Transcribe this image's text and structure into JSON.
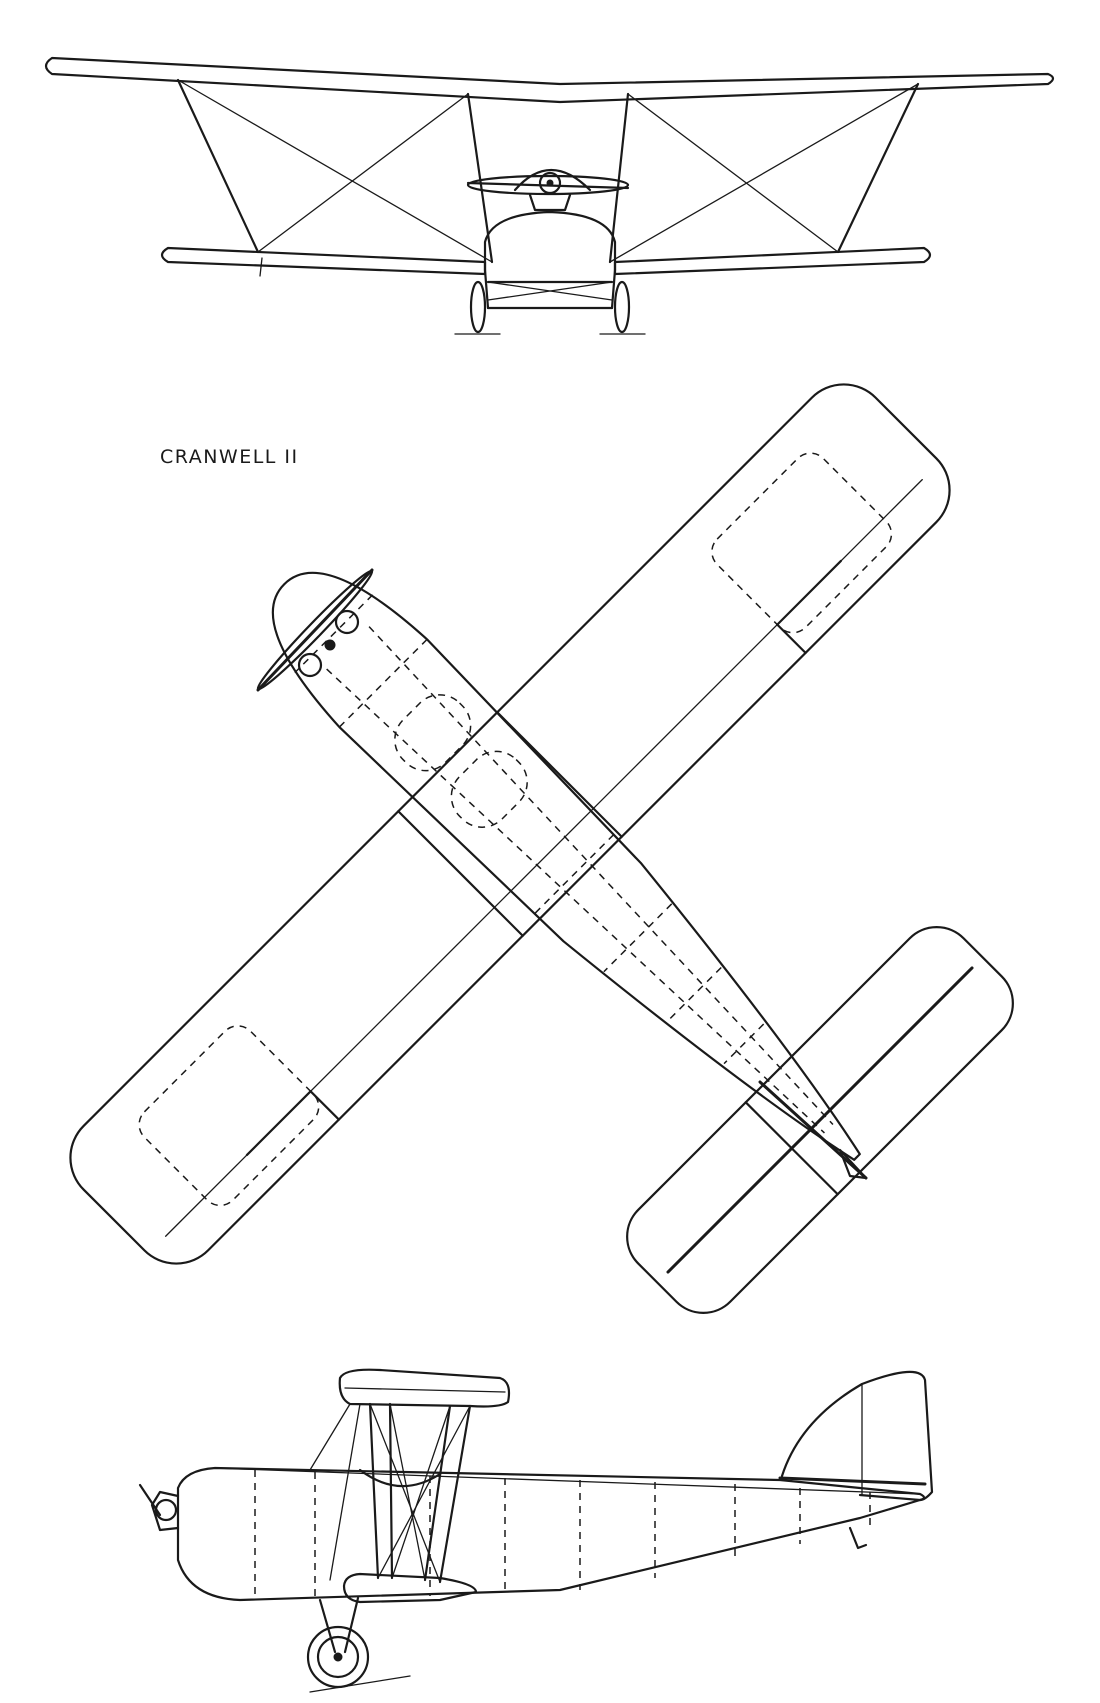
{
  "title": "CRANWELL II",
  "views": [
    {
      "name": "front-view"
    },
    {
      "name": "plan-view"
    },
    {
      "name": "side-view"
    }
  ],
  "colors": {
    "ink": "#1a1a1a",
    "paper": "#ffffff"
  }
}
